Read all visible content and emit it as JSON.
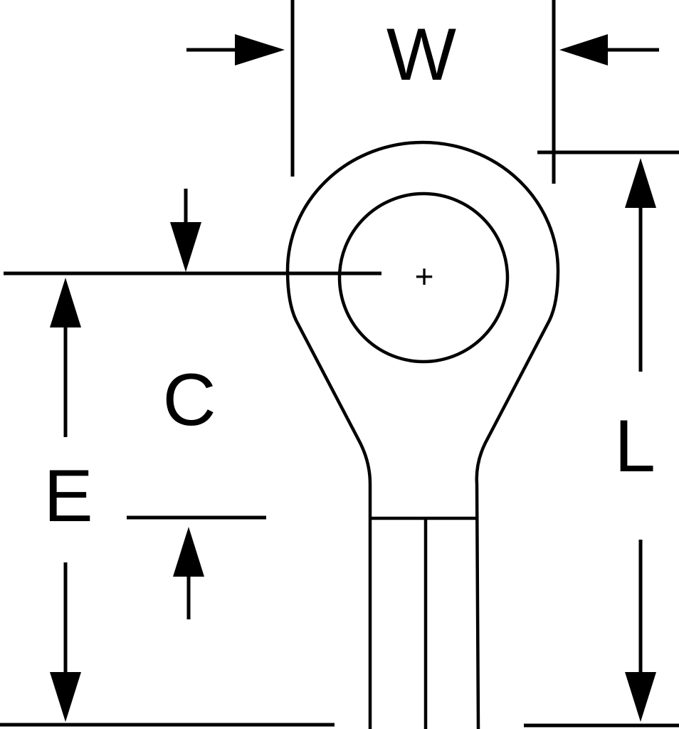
{
  "diagram": {
    "labels": {
      "W": "W",
      "C": "C",
      "E": "E",
      "L": "L",
      "center_mark": "+"
    },
    "colors": {
      "line": "#000000",
      "background": "#ffffff"
    }
  }
}
